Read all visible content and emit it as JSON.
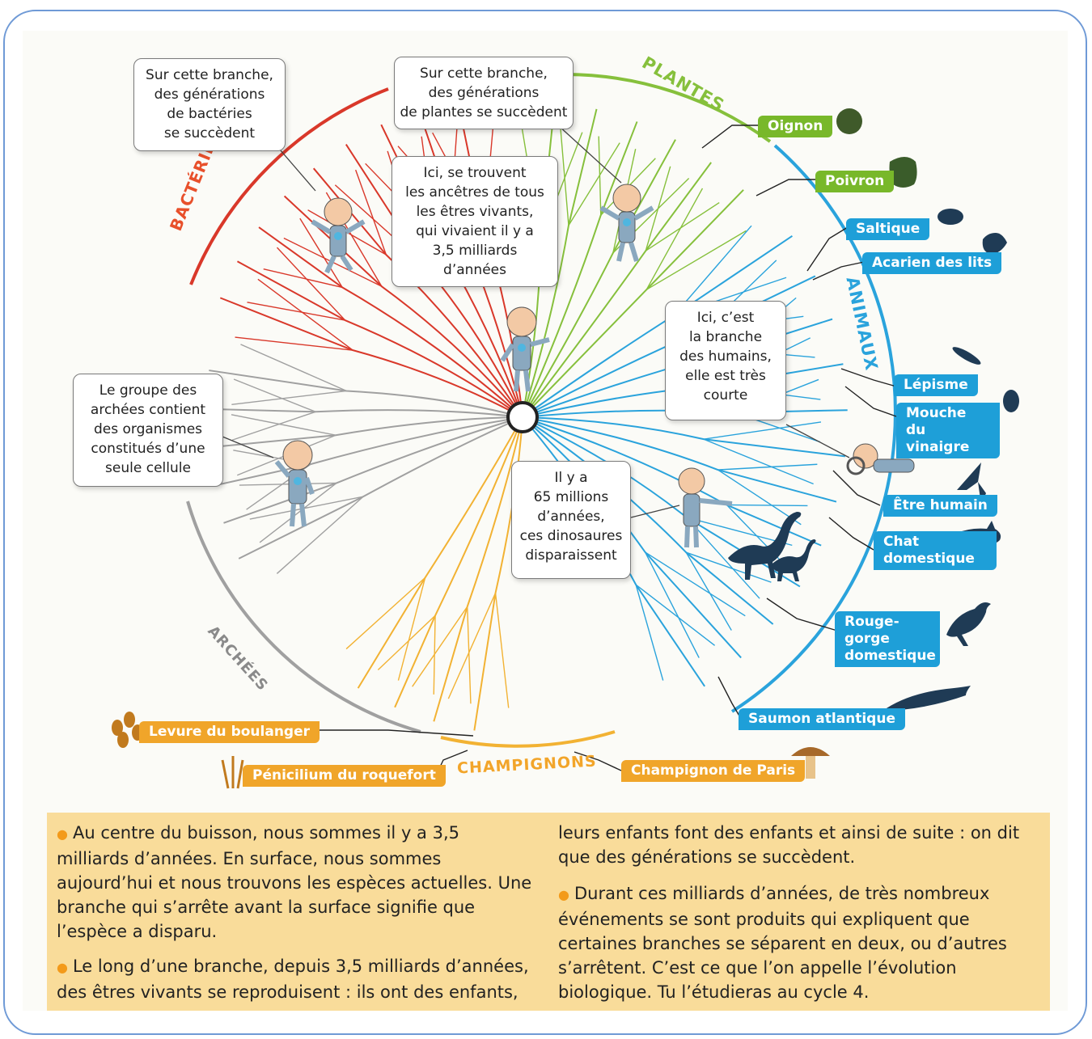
{
  "groups": {
    "bacteries": "BACTÉRIES",
    "plantes": "PLANTES",
    "animaux": "ANIMAUX",
    "archees": "ARCHÉES",
    "champignons": "CHAMPIGNONS"
  },
  "bubbles": {
    "bacteries": "Sur cette branche,\ndes générations\nde bactéries\nse succèdent",
    "plantes": "Sur cette branche,\ndes générations\nde plantes se succèdent",
    "ancetres": "Ici, se trouvent\nles ancêtres de tous\nles êtres vivants,\nqui vivaient il y a\n3,5 milliards\nd’années",
    "humains": "Ici, c’est\nla branche\ndes humains,\nelle est très\ncourte",
    "archees": "Le groupe des\narchées contient\ndes organismes\nconstitués d’une\nseule cellule",
    "dinosaures": "Il y a\n65 millions\nd’années,\nces dinosaures\ndisparaissent"
  },
  "species": {
    "oignon": "Oignon",
    "poivron": "Poivron",
    "saltique": "Saltique",
    "acarien": "Acarien des lits",
    "lepisme": "Lépisme",
    "mouche": "Mouche du\nvinaigre",
    "humain": "Être humain",
    "chat": "Chat\ndomestique",
    "rougegorge": "Rouge-gorge\ndomestique",
    "saumon": "Saumon atlantique",
    "levure": "Levure du boulanger",
    "penicilium": "Pénicilium du roquefort",
    "champignon_paris": "Champignon de Paris"
  },
  "text": {
    "p1": "Au centre du buisson, nous sommes il y a 3,5 milliards d’années. En surface, nous sommes aujourd’hui et nous trouvons les espèces actuelles. Une branche qui s’arrête avant la surface signifie que l’espèce a disparu.",
    "p2": "Le long d’une branche, depuis 3,5 milliards d’années, des êtres vivants se reproduisent : ils ont des enfants,",
    "p3": "leurs enfants font des enfants et ainsi de suite : on dit que des générations se succèdent.",
    "p4": "Durant ces milliards d’années, de très nombreux événements se sont produits qui expliquent que certaines branches se séparent en deux, ou d’autres s’arrêtent. C’est ce que l’on appelle l’évolution biologique. Tu l’étudieras au cycle 4."
  },
  "colors": {
    "bacteries": "#d9382a",
    "plantes": "#86c03c",
    "animaux": "#2aa3dc",
    "archees": "#a0a0a0",
    "champignons": "#f2b233",
    "frame": "#6f9ad6",
    "textbox": "#f9dc9a"
  }
}
